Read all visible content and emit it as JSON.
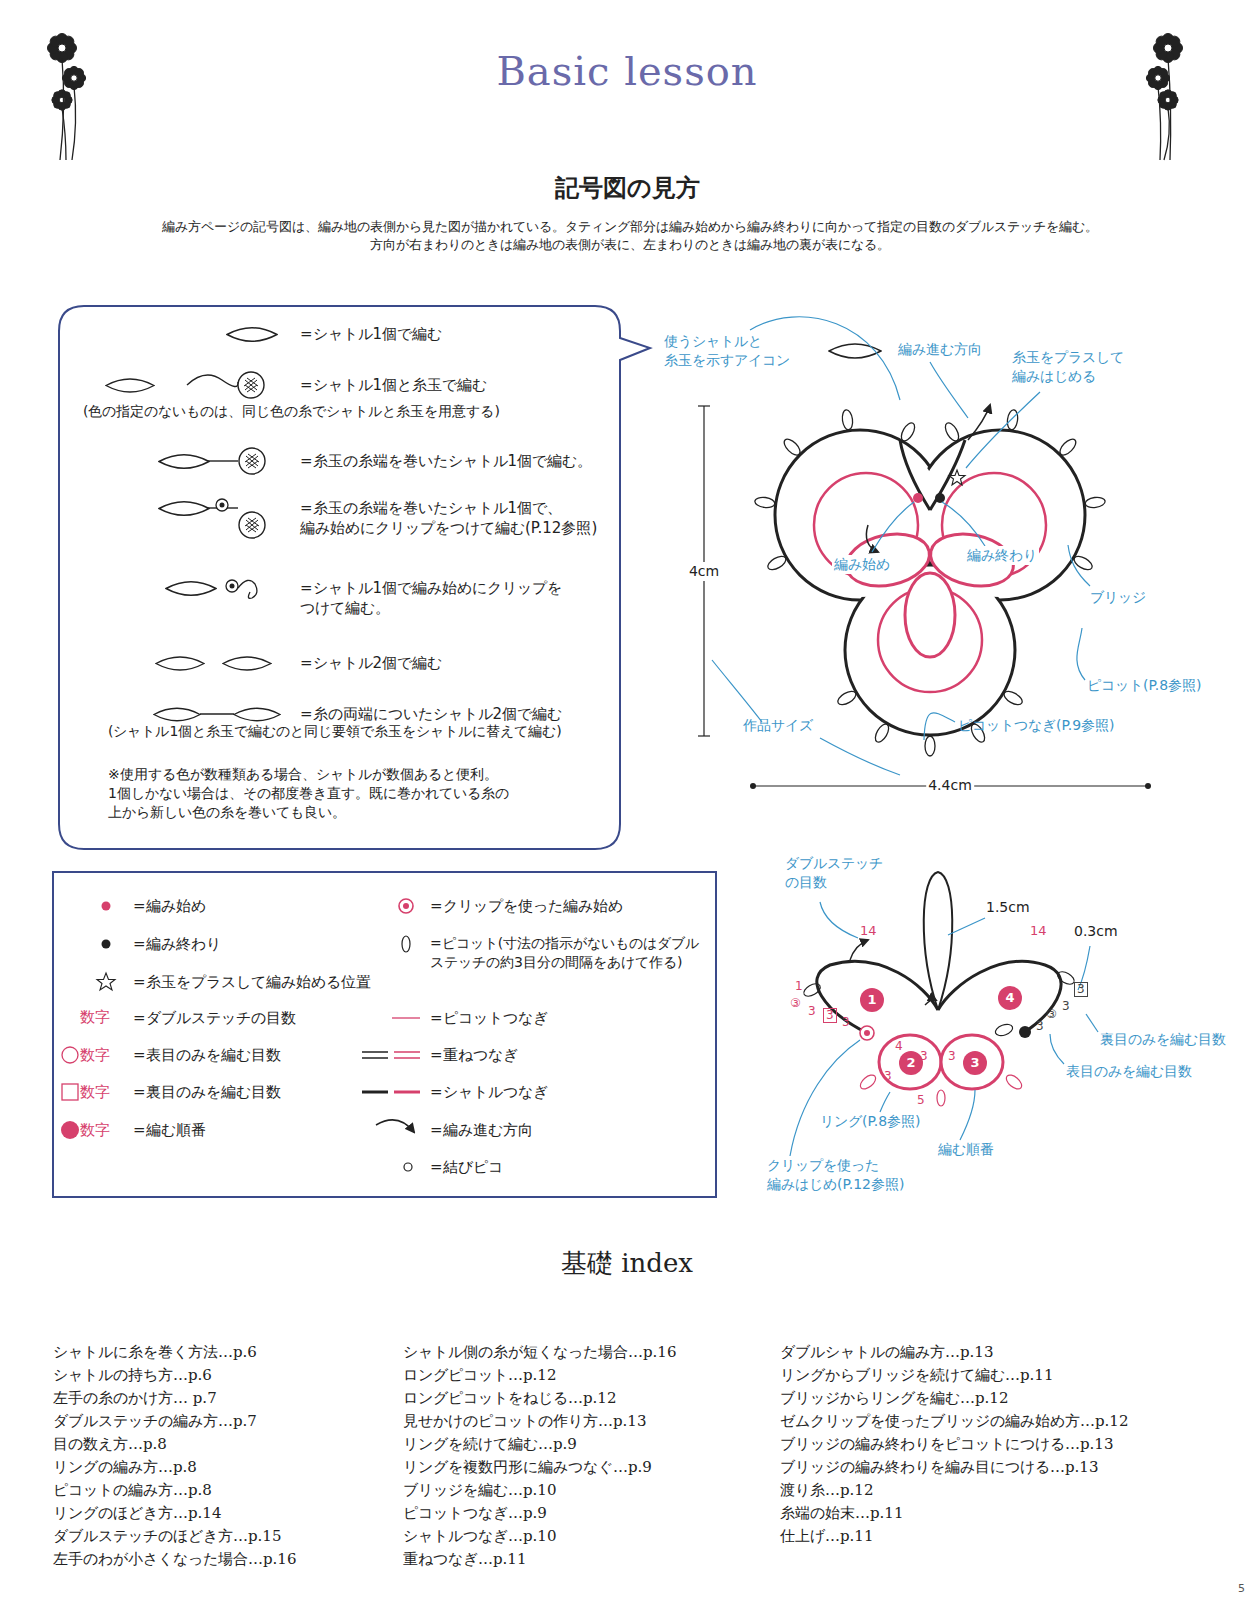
{
  "diagram": {
    "title": "Basic lesson",
    "labels": [
      "記号図の見方",
      "編み方ページの記号図は、編み地の表側から見た図が描かれている。タティング部分は編み始めから編み終わりに向かって指定の目数のダブルステッチを編む。 方向が右まわりのときは編み地の表側が表に、左まわりのときは編み地の裏が表になる。",
      "(色の指定のないものは、同じ色の糸でシャトルと糸玉を用意する)",
      "(シャトル1個と糸玉で編むのと同じ要領で糸玉をシャトルに替えて編む)",
      "※使用する色が数種類ある場合、シャトルが数個あると便利。 1個しかない場合は、その都度巻き直す。既に巻かれている糸の 上から新しい色の糸を巻いても良い。",
      "数字",
      "数字",
      "数字",
      "数字",
      "使うシャトルと 糸玉を示すアイコン",
      "編み進む方向",
      "糸玉をプラスして 編みはじめる",
      "4cm",
      "編み始め",
      "編み終わり",
      "ブリッジ",
      "ピコット(P.8参照)",
      "ピコットつなぎ(P.9参照)",
      "作品サイズ",
      "4.4cm",
      "ダブルステッチ の目数",
      "14",
      "14",
      "1.5cm",
      "0.3cm",
      "1",
      "③",
      "3",
      "3",
      "3",
      "3",
      "③",
      "3",
      "3",
      "4",
      "3",
      "3",
      "3",
      "5",
      "1",
      "2",
      "4",
      "3",
      "裏目のみを編む目数",
      "表目のみを編む目数",
      "リング(P.8参照)",
      "編む順番",
      "クリップを使った 編みはじめ(P.12参照)",
      "基礎 index",
      "シャトルに糸を巻く方法…p.6",
      "シャトルの持ち方…p.6",
      "左手の糸のかけ方… p.7",
      "ダブルステッチの編み方…p.7",
      "目の数え方…p.8",
      "リングの編み方…p.8",
      "ピコットの編み方…p.8",
      "リングのほどき方…p.14",
      "ダブルステッチのほどき方…p.15",
      "左手のわが小さくなった場合…p.16",
      "シャトル側の糸が短くなった場合…p.16",
      "ロングピコット…p.12",
      "ロングピコットをねじる…p.12",
      "見せかけのピコットの作り方…p.13",
      "リングを続けて編む…p.9",
      "リングを複数円形に編みつなぐ…p.9",
      "ブリッジを編む…p.10",
      "ピコットつなぎ…p.9",
      "シャトルつなぎ…p.10",
      "重ねつなぎ…p.11",
      "ダブルシャトルの編み方…p.13",
      "リングからブリッジを続けて編む…p.11",
      "ブリッジからリングを編む…p.12",
      "ゼムクリップを使ったブリッジの編み始め方…p.12",
      "ブリッジの編み終わりをピコットにつける…p.13",
      "ブリッジの編み終わりを編み目につける…p.13",
      "渡り糸…p.12",
      "糸端の始末…p.11",
      "仕上げ…p.11",
      "5"
    ],
    "legend": [
      {
        "text": "=シャトル1個で編む"
      },
      {
        "text": "=シャトル1個と糸玉で編む"
      },
      {
        "text": "=糸玉の糸端を巻いたシャトル1個で編む。"
      },
      {
        "text": "=糸玉の糸端を巻いたシャトル1個で、 編み始めにクリップをつけて編む(P.12参照)"
      },
      {
        "text": "=シャトル1個で編み始めにクリップを つけて編む。"
      },
      {
        "text": "=シャトル2個で編む"
      },
      {
        "text": "=糸の両端についたシャトル2個で編む"
      },
      {
        "text": "=編み始め"
      },
      {
        "text": "=編み終わり"
      },
      {
        "text": "=糸玉をプラスして編み始める位置"
      },
      {
        "text": "=ダブルステッチの目数"
      },
      {
        "text": "=表目のみを編む目数"
      },
      {
        "text": "=裏目のみを編む目数"
      },
      {
        "text": "=編む順番"
      },
      {
        "text": "=クリップを使った編み始め"
      },
      {
        "text": "=ピコット(寸法の指示がないものはダブル ステッチの約3目分の間隔をあけて作る)"
      },
      {
        "text": "=ピコットつなぎ"
      },
      {
        "text": "=重ねつなぎ"
      },
      {
        "text": "=シャトルつなぎ"
      },
      {
        "text": "=編み進む方向"
      },
      {
        "text": "=結びピコ"
      }
    ]
  }
}
